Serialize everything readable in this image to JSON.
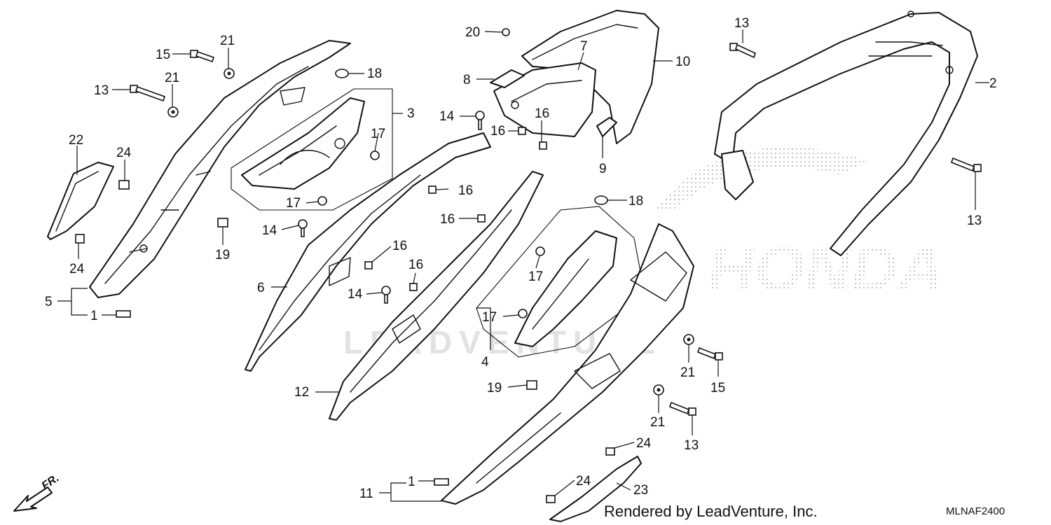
{
  "callouts": [
    {
      "id": "c15a",
      "text": "15"
    },
    {
      "id": "c21a",
      "text": "21"
    },
    {
      "id": "c13a",
      "text": "13"
    },
    {
      "id": "c21b",
      "text": "21"
    },
    {
      "id": "c22",
      "text": "22"
    },
    {
      "id": "c24a",
      "text": "24"
    },
    {
      "id": "c24b",
      "text": "24"
    },
    {
      "id": "c5",
      "text": "5"
    },
    {
      "id": "c1a",
      "text": "1"
    },
    {
      "id": "c18a",
      "text": "18"
    },
    {
      "id": "c3",
      "text": "3"
    },
    {
      "id": "c17a",
      "text": "17"
    },
    {
      "id": "c17b",
      "text": "17"
    },
    {
      "id": "c19a",
      "text": "19"
    },
    {
      "id": "c14a",
      "text": "14"
    },
    {
      "id": "c14b",
      "text": "14"
    },
    {
      "id": "c6",
      "text": "6"
    },
    {
      "id": "c16a",
      "text": "16"
    },
    {
      "id": "c16b",
      "text": "16"
    },
    {
      "id": "c16c",
      "text": "16"
    },
    {
      "id": "c16d",
      "text": "16"
    },
    {
      "id": "c14c",
      "text": "14"
    },
    {
      "id": "c12",
      "text": "12"
    },
    {
      "id": "c20",
      "text": "20"
    },
    {
      "id": "c8",
      "text": "8"
    },
    {
      "id": "c7",
      "text": "7"
    },
    {
      "id": "c10",
      "text": "10"
    },
    {
      "id": "c16e",
      "text": "16"
    },
    {
      "id": "c16f",
      "text": "16"
    },
    {
      "id": "c9",
      "text": "9"
    },
    {
      "id": "c18b",
      "text": "18"
    },
    {
      "id": "c17c",
      "text": "17"
    },
    {
      "id": "c17d",
      "text": "17"
    },
    {
      "id": "c4",
      "text": "4"
    },
    {
      "id": "c19b",
      "text": "19"
    },
    {
      "id": "c13b",
      "text": "13"
    },
    {
      "id": "c2",
      "text": "2"
    },
    {
      "id": "c13c",
      "text": "13"
    },
    {
      "id": "c21c",
      "text": "21"
    },
    {
      "id": "c15b",
      "text": "15"
    },
    {
      "id": "c21d",
      "text": "21"
    },
    {
      "id": "c13d",
      "text": "13"
    },
    {
      "id": "c24c",
      "text": "24"
    },
    {
      "id": "c24d",
      "text": "24"
    },
    {
      "id": "c23",
      "text": "23"
    },
    {
      "id": "c11",
      "text": "11"
    },
    {
      "id": "c1b",
      "text": "1"
    }
  ],
  "watermark": {
    "brand": "HONDA",
    "site": "LEADVENTURE"
  },
  "direction_label": "FR.",
  "footer": {
    "credit": "Rendered by LeadVenture, Inc.",
    "diagram_code": "MLNAF2400"
  },
  "colors": {
    "line": "#111111",
    "watermark": "#e2e2e2",
    "background": "#ffffff"
  }
}
